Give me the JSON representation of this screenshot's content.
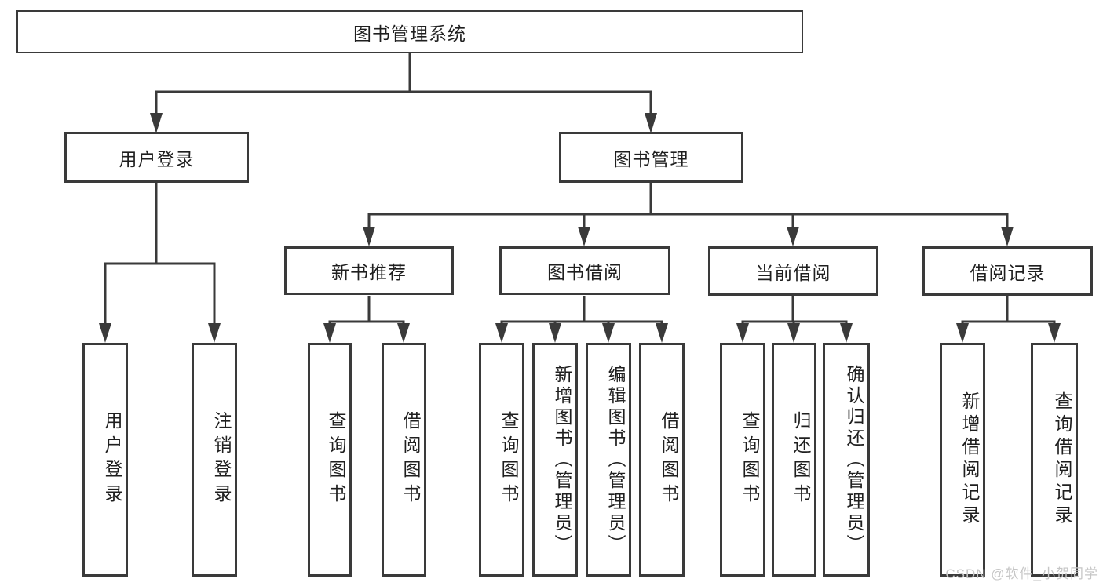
{
  "colors": {
    "line": "#3a3a3a",
    "box_border": "#3a3a3a",
    "box_fill": "#ffffff",
    "text": "#1f1f1f",
    "watermark": "#c6c6c6"
  },
  "watermark": {
    "text": "CSDN @软件_小贺同学"
  },
  "tree": {
    "root": {
      "label": "图书管理系统"
    },
    "children": [
      {
        "label": "用户登录",
        "children": [
          {
            "label": "用户登录"
          },
          {
            "label": "注销登录"
          }
        ]
      },
      {
        "label": "图书管理",
        "children": [
          {
            "label": "新书推荐",
            "children": [
              {
                "label": "查询图书"
              },
              {
                "label": "借阅图书"
              }
            ]
          },
          {
            "label": "图书借阅",
            "children": [
              {
                "label": "查询图书"
              },
              {
                "label": "新增图书（管理员）"
              },
              {
                "label": "编辑图书（管理员）"
              },
              {
                "label": "借阅图书"
              }
            ]
          },
          {
            "label": "当前借阅",
            "children": [
              {
                "label": "查询图书"
              },
              {
                "label": "归还图书"
              },
              {
                "label": "确认归还（管理员）"
              }
            ]
          },
          {
            "label": "借阅记录",
            "children": [
              {
                "label": "新增借阅记录"
              },
              {
                "label": "查询借阅记录"
              }
            ]
          }
        ]
      }
    ]
  }
}
